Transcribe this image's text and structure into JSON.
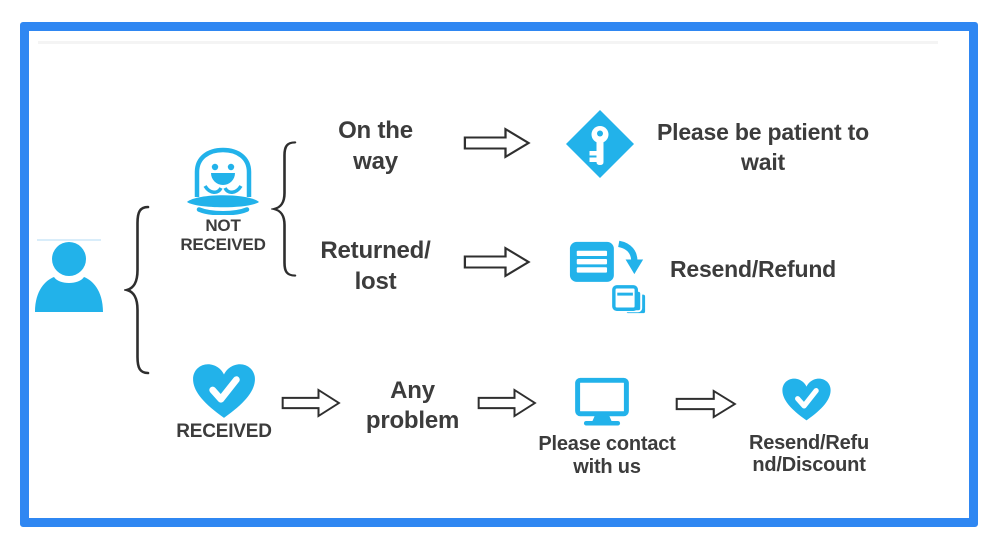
{
  "colors": {
    "frame_blue": "#2f87f2",
    "icon_cyan": "#22b2ea",
    "text_dark": "#3c3c3c",
    "arrow_outline": "#2f2f2f"
  },
  "flow": {
    "customer": {
      "icon": "person-icon"
    },
    "not_received": {
      "icon": "ufo-alien-icon",
      "label_lines": [
        "NOT",
        "RECEIVED"
      ],
      "cases": {
        "on_the_way": {
          "label_lines": [
            "On the",
            "way"
          ],
          "result": {
            "icon": "key-icon",
            "label_lines": [
              "Please be patient to",
              "wait"
            ]
          }
        },
        "returned_lost": {
          "label_lines": [
            "Returned/",
            "lost"
          ],
          "result": {
            "icon": "resend-documents-icon",
            "label_lines": [
              "Resend/Refund"
            ]
          }
        }
      }
    },
    "received": {
      "icon": "heart-check-icon",
      "label_lines": [
        "RECEIVED"
      ],
      "step_label_lines": [
        "Any",
        "problem"
      ],
      "contact": {
        "icon": "computer-monitor-icon",
        "label_lines": [
          "Please contact",
          "with us"
        ]
      },
      "result": {
        "icon": "heart-check-icon",
        "label_lines": [
          "Resend/Refu",
          "nd/Discount"
        ]
      }
    }
  }
}
